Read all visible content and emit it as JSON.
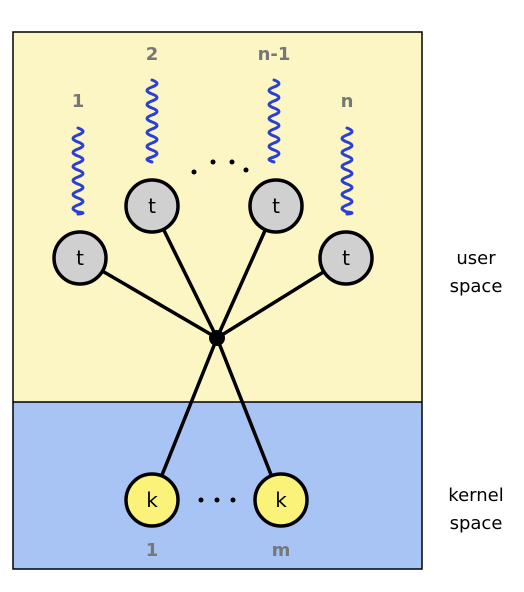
{
  "regions": {
    "user": {
      "label_line1": "user",
      "label_line2": "space",
      "color": "#fcf5c4"
    },
    "kernel": {
      "label_line1": "kernel",
      "label_line2": "space",
      "color": "#a8c4f5"
    }
  },
  "user_threads": {
    "node_label": "t",
    "node_color": "#d0d0d0",
    "indices": [
      "1",
      "2",
      "n-1",
      "n"
    ]
  },
  "kernel_threads": {
    "node_label": "k",
    "node_color": "#fbf27a",
    "indices": [
      "1",
      "m"
    ]
  },
  "squiggle_color": "#2a3fd6"
}
